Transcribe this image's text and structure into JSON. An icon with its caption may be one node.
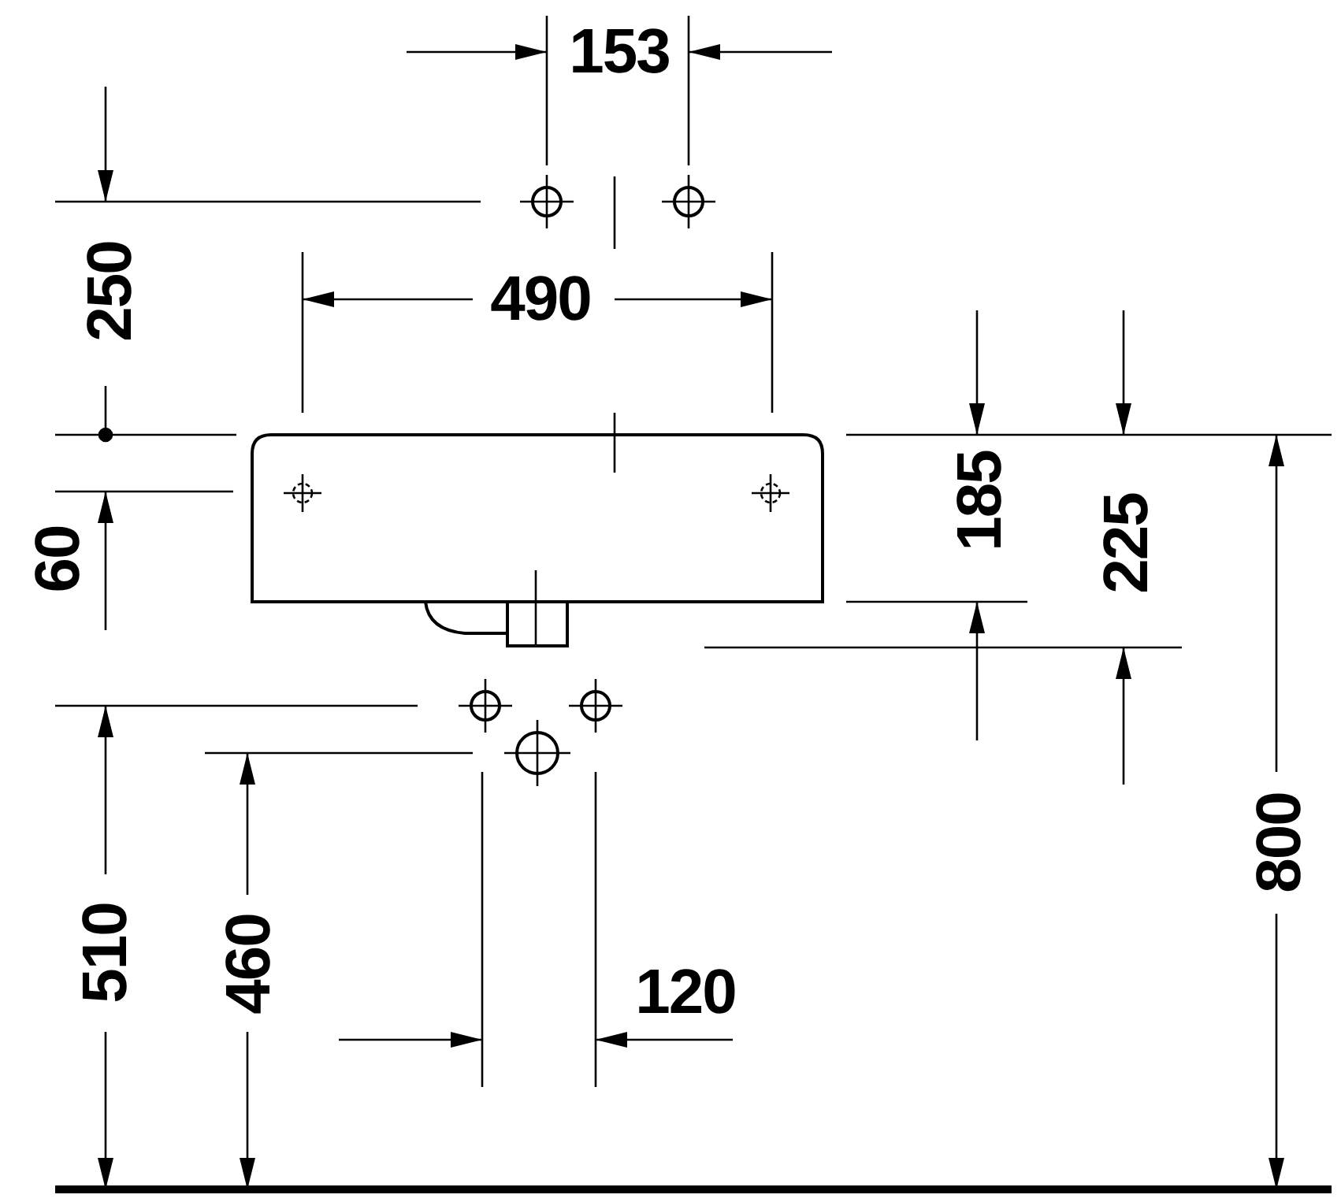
{
  "diagram": {
    "labels": [
      "153",
      "250",
      "490",
      "185",
      "225",
      "60",
      "800",
      "510",
      "460",
      "120"
    ]
  }
}
